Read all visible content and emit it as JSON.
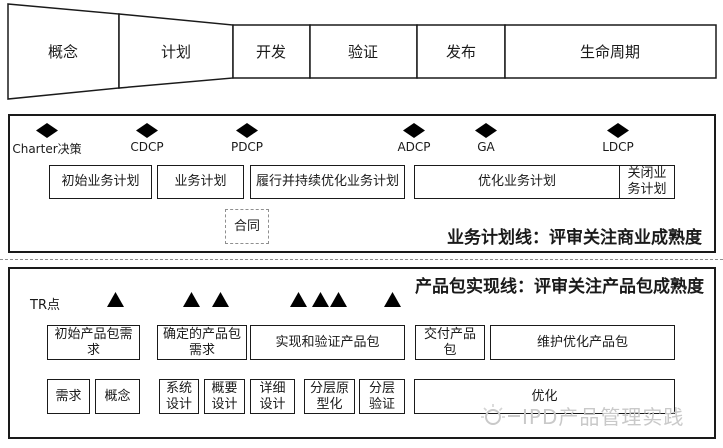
{
  "funnel": {
    "phases": [
      {
        "label": "概念"
      },
      {
        "label": "计划"
      },
      {
        "label": "开发"
      },
      {
        "label": "验证"
      },
      {
        "label": "发布"
      },
      {
        "label": "生命周期"
      }
    ]
  },
  "business_line": {
    "milestones": [
      {
        "label": "Charter决策"
      },
      {
        "label": "CDCP"
      },
      {
        "label": "PDCP"
      },
      {
        "label": "ADCP"
      },
      {
        "label": "GA"
      },
      {
        "label": "LDCP"
      }
    ],
    "plan_boxes": [
      "初始业务计划",
      "业务计划",
      "履行并持续优化业务计划",
      "优化业务计划",
      "关闭业务计划"
    ],
    "contract_label": "合同",
    "caption": "业务计划线：评审关注商业成熟度"
  },
  "product_line": {
    "caption": "产品包实现线：评审关注产品包成熟度",
    "tr_label": "TR点",
    "tr_marker_count": 7,
    "package_boxes": [
      "初始产品包需求",
      "确定的产品包需求",
      "实现和验证产品包",
      "交付产品包",
      "维护优化产品包"
    ],
    "activity_boxes": [
      "需求",
      "概念",
      "系统设计",
      "概要设计",
      "详细设计",
      "分层原型化",
      "分层验证",
      "优化"
    ]
  },
  "watermark": {
    "text": "IPD产品管理实践"
  },
  "colors": {
    "line": "#1a1a1a",
    "marker": "#000000",
    "watermark": "#c9c9c9",
    "background": "#ffffff"
  }
}
